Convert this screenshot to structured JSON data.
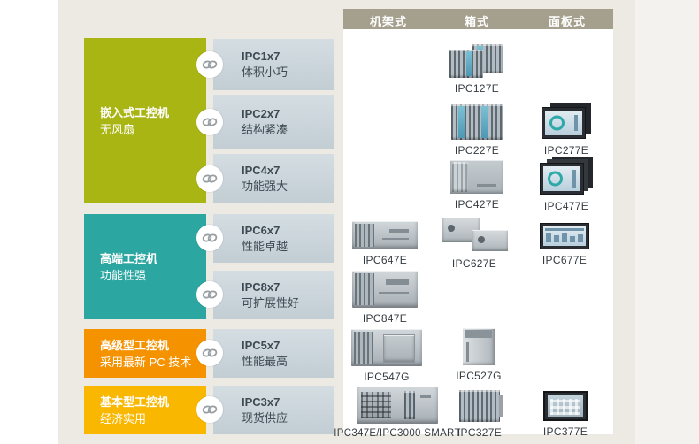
{
  "headers": [
    {
      "label": "机架式"
    },
    {
      "label": "箱式"
    },
    {
      "label": "面板式"
    }
  ],
  "categories": [
    {
      "title": "嵌入式工控机",
      "subtitle": "无风扇",
      "color": "#a9b513"
    },
    {
      "title": "高端工控机",
      "subtitle": "功能性强",
      "color": "#2ba6a1"
    },
    {
      "title": "高级型工控机",
      "subtitle": "采用最新 PC 技术",
      "color": "#f49200"
    },
    {
      "title": "基本型工控机",
      "subtitle": "经济实用",
      "color": "#f9b700"
    }
  ],
  "series": [
    {
      "name": "IPC1x7",
      "feature": "体积小巧"
    },
    {
      "name": "IPC2x7",
      "feature": "结构紧凑"
    },
    {
      "name": "IPC4x7",
      "feature": "功能强大"
    },
    {
      "name": "IPC6x7",
      "feature": "性能卓越"
    },
    {
      "name": "IPC8x7",
      "feature": "可扩展性好"
    },
    {
      "name": "IPC5x7",
      "feature": "性能最高"
    },
    {
      "name": "IPC3x7",
      "feature": "现货供应"
    }
  ],
  "products": [
    {
      "label": "IPC127E",
      "form": "箱式"
    },
    {
      "label": "IPC227E",
      "form": "箱式"
    },
    {
      "label": "IPC277E",
      "form": "面板式"
    },
    {
      "label": "IPC427E",
      "form": "箱式"
    },
    {
      "label": "IPC477E",
      "form": "面板式"
    },
    {
      "label": "IPC647E",
      "form": "机架式"
    },
    {
      "label": "IPC627E",
      "form": "箱式"
    },
    {
      "label": "IPC677E",
      "form": "面板式"
    },
    {
      "label": "IPC847E",
      "form": "机架式"
    },
    {
      "label": "IPC547G",
      "form": "机架式"
    },
    {
      "label": "IPC527G",
      "form": "箱式"
    },
    {
      "label": "IPC347E/IPC3000 SMART",
      "form": "机架式"
    },
    {
      "label": "IPC327E",
      "form": "箱式"
    },
    {
      "label": "IPC377E",
      "form": "面板式"
    }
  ],
  "icons": {
    "row_badge": "chain-link"
  },
  "colors": {
    "background": "#edeae4",
    "header_bar": "#a59f8d",
    "row_strip_top": "#d4dde2",
    "row_strip_bottom": "#c2cdd4",
    "row_text": "#3e4a52",
    "label_text": "#343b40"
  }
}
